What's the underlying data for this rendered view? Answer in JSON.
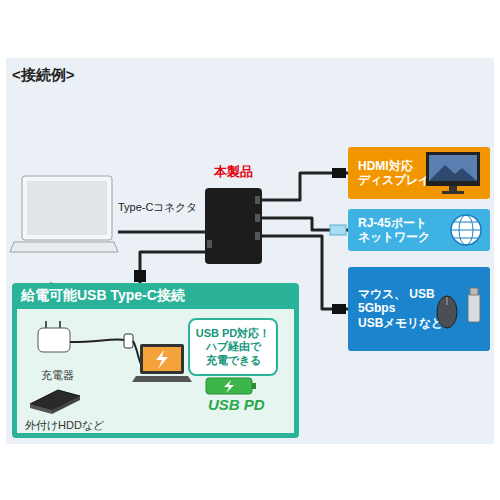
{
  "diagram": {
    "title": "<接続例>",
    "nodes": [
      {
        "text": [
          "パソコン"
        ]
      },
      {
        "text": [
          "本製品"
        ]
      },
      {
        "text": [
          "HDMI対応 ディスプレイ"
        ]
      },
      {
        "text": [
          "RJ-45ポート ネットワーク"
        ]
      },
      {
        "text": [
          "マウス、 USB 5Gbps USBメモリなど"
        ]
      },
      {
        "text": [
          "給電可能USB Type-C接続"
        ]
      },
      {
        "text": [
          "充電器"
        ],
        "in": 5
      },
      {
        "text": [
          "外付けHDDなど"
        ],
        "in": 5
      },
      {
        "text": [
          "USB PD対応！ ハブ経由で 充電できる"
        ],
        "in": 5
      }
    ],
    "edges": [
      {
        "from": 0,
        "to": 1,
        "label": "Type-Cコネクタ",
        "arrow": "none"
      },
      {
        "from": 1,
        "to": 2,
        "arrow": "none"
      },
      {
        "from": 1,
        "to": 3,
        "arrow": "none"
      },
      {
        "from": 1,
        "to": 4,
        "arrow": "none"
      },
      {
        "from": 1,
        "to": 5,
        "arrow": "none"
      }
    ],
    "labels": [
      "USB PD"
    ]
  }
}
